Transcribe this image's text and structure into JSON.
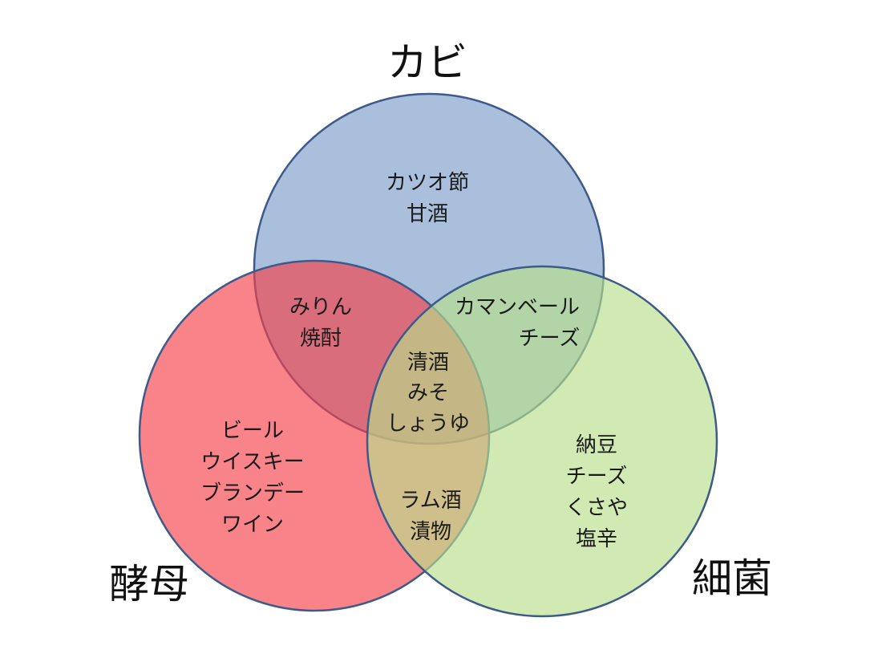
{
  "sets": {
    "mold": {
      "label": "カビ",
      "fill": "#7b9cc8",
      "stroke": "#3d5a8a"
    },
    "yeast": {
      "label": "酵母",
      "fill": "#f5404a",
      "stroke": "#3d5a8a"
    },
    "bacteria": {
      "label": "細菌",
      "fill": "#b9de8a",
      "stroke": "#3d5a8a"
    }
  },
  "regions": {
    "mold_only": [
      "カツオ節",
      "甘酒"
    ],
    "yeast_only": [
      "ビール",
      "ウイスキー",
      "ブランデー",
      "ワイン"
    ],
    "bacteria_only": [
      "納豆",
      "チーズ",
      "くさや",
      "塩辛"
    ],
    "mold_yeast": [
      "みりん",
      "焼酎"
    ],
    "mold_bacteria": [
      "カマンベール",
      "チーズ"
    ],
    "yeast_bacteria": [
      "ラム酒",
      "漬物"
    ],
    "all_three": [
      "清酒",
      "みそ",
      "しょうゆ"
    ]
  }
}
